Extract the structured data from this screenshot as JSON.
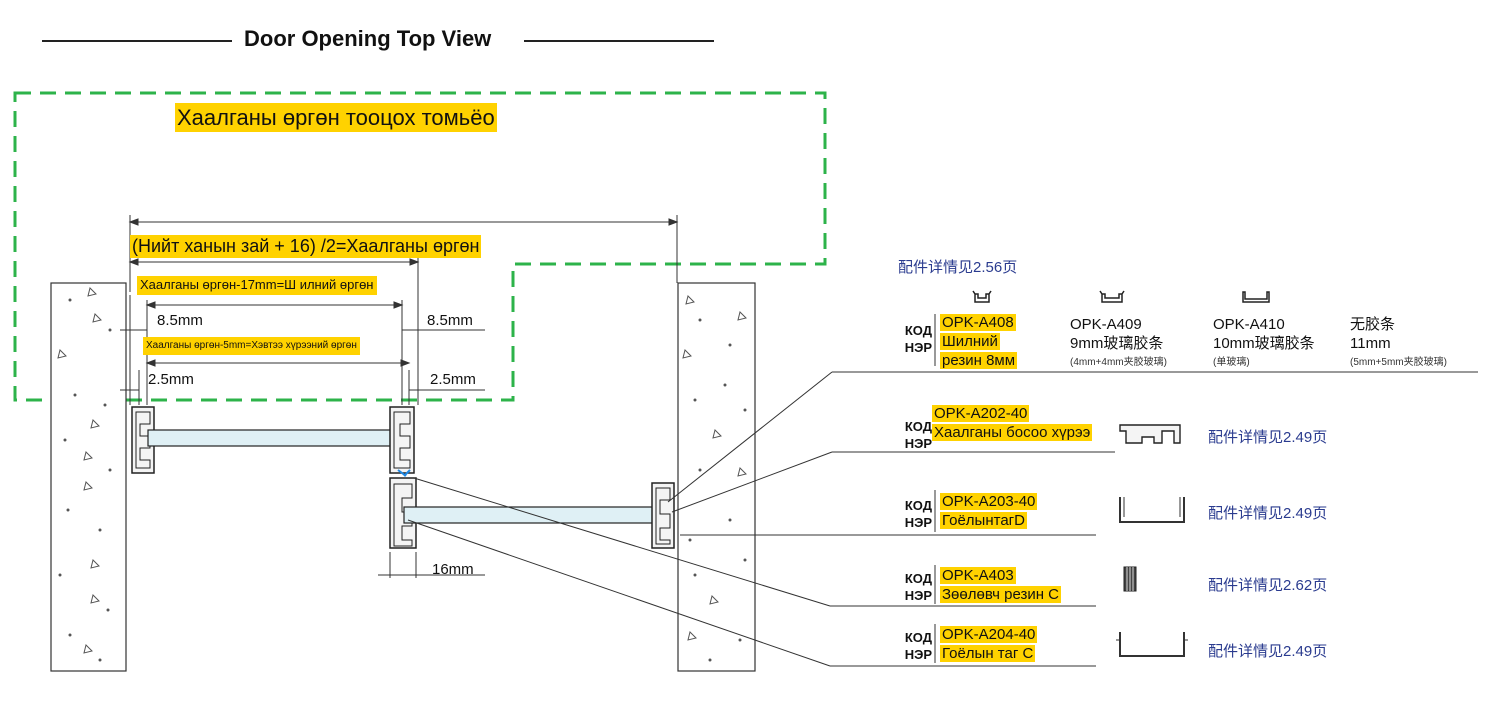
{
  "title": "Door Opening Top View",
  "swing_note": "Хаалганы өргөн тооцох томьёо",
  "formula_main": "(Нийт ханын зай + 16) /2=Хаалганы өргөн",
  "formula_rubber": "Хаалганы өргөн-17mm=Ш илний өргөн",
  "formula_clip": "Хаалганы өргөн-5mm=Хэвтээ хүрээний өргөн",
  "dims": {
    "left_85": "8.5mm",
    "right_85": "8.5mm",
    "left_25": "2.5mm",
    "right_25": "2.5mm",
    "gap_16": "16mm"
  },
  "accessory_ref": "配件详情见2.56页",
  "kod_label": "КОД",
  "ner_label": "НЭР",
  "option_a408": {
    "code": "OPK-A408",
    "name1": "Шилний",
    "name2": "резин 8мм"
  },
  "option_a409": {
    "code": "OPK-A409",
    "desc": "9mm玻璃胶条",
    "note": "(4mm+4mm夹胶玻璃)"
  },
  "option_a410": {
    "code": "OPK-A410",
    "desc": "10mm玻璃胶条",
    "note": "(单玻璃)"
  },
  "option_none": {
    "code": "无胶条",
    "desc": "11mm",
    "note": "(5mm+5mm夹胶玻璃)"
  },
  "parts": [
    {
      "code": "OPK-A202-40",
      "name": "Хаалганы босоо хүрээ",
      "ref": "配件详情见2.49页"
    },
    {
      "code": "OPK-A203-40",
      "name": "ГоёлынтагD",
      "ref": "配件详情见2.49页"
    },
    {
      "code": "OPK-A403",
      "name": "Зөөлөвч резин С",
      "ref": "配件详情见2.62页"
    },
    {
      "code": "OPK-A204-40",
      "name": "Гоёлын таг С",
      "ref": "配件详情见2.49页"
    }
  ],
  "colors": {
    "highlight": "#ffd200",
    "dashed_zone": "#2db34a",
    "glass": "#dff0f5",
    "ref_text": "#2a3b8f"
  }
}
